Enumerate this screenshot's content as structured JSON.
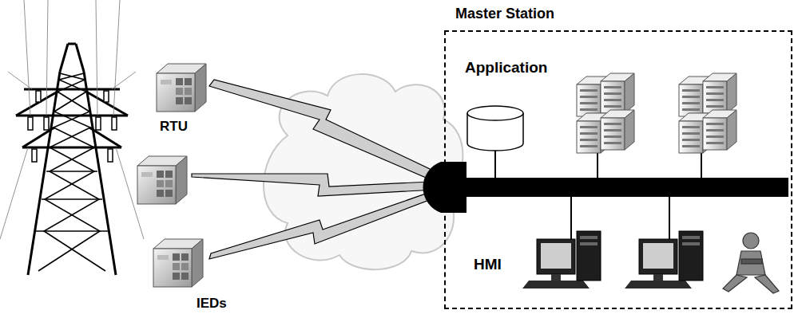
{
  "diagram": {
    "nodes": [
      {
        "text": [
          "Master Station"
        ]
      }
    ],
    "labels": [
      "Application",
      "RTU",
      "IEDs",
      "HMI"
    ]
  }
}
